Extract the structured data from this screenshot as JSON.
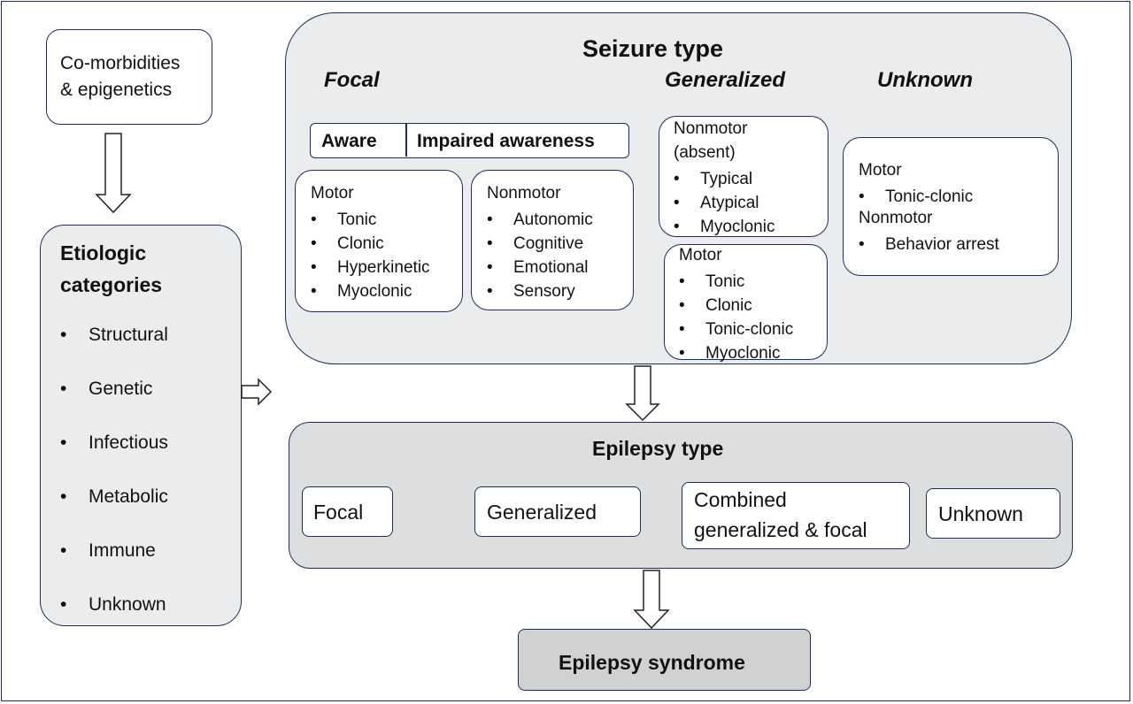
{
  "comorbidities": {
    "line1": "Co-morbidities",
    "line2": "& epigenetics"
  },
  "etiology": {
    "title_line1": "Etiologic",
    "title_line2": "categories",
    "items": [
      "Structural",
      "Genetic",
      "Infectious",
      "Metabolic",
      "Immune",
      "Unknown"
    ]
  },
  "seizure": {
    "title": "Seizure type",
    "focal_heading": "Focal",
    "generalized_heading": "Generalized",
    "unknown_heading": "Unknown",
    "awareness": {
      "aware": "Aware",
      "impaired": "Impaired awareness"
    },
    "focal_motor": {
      "label": "Motor",
      "items": [
        "Tonic",
        "Clonic",
        "Hyperkinetic",
        "Myoclonic"
      ]
    },
    "focal_nonmotor": {
      "label": "Nonmotor",
      "items": [
        "Autonomic",
        "Cognitive",
        "Emotional",
        "Sensory"
      ]
    },
    "gen_nonmotor": {
      "label_line1": "Nonmotor",
      "label_line2": "(absent)",
      "items": [
        "Typical",
        "Atypical",
        "Myoclonic"
      ]
    },
    "gen_motor": {
      "label": "Motor",
      "items": [
        "Tonic",
        "Clonic",
        "Tonic-clonic",
        "Myoclonic"
      ]
    },
    "unknown_box": {
      "motor_label": "Motor",
      "motor_item": "Tonic-clonic",
      "nonmotor_label": "Nonmotor",
      "nonmotor_item": "Behavior arrest"
    }
  },
  "epilepsy": {
    "title": "Epilepsy type",
    "focal": "Focal",
    "generalized": "Generalized",
    "combined_line1": "Combined",
    "combined_line2": "generalized & focal",
    "unknown": "Unknown"
  },
  "syndrome": {
    "title": "Epilepsy syndrome"
  },
  "colors": {
    "border": "#1f2d5a",
    "panel_light": "#eaeced",
    "panel_mid": "#dcdedf",
    "syndrome_fill": "#cfd1d2"
  }
}
